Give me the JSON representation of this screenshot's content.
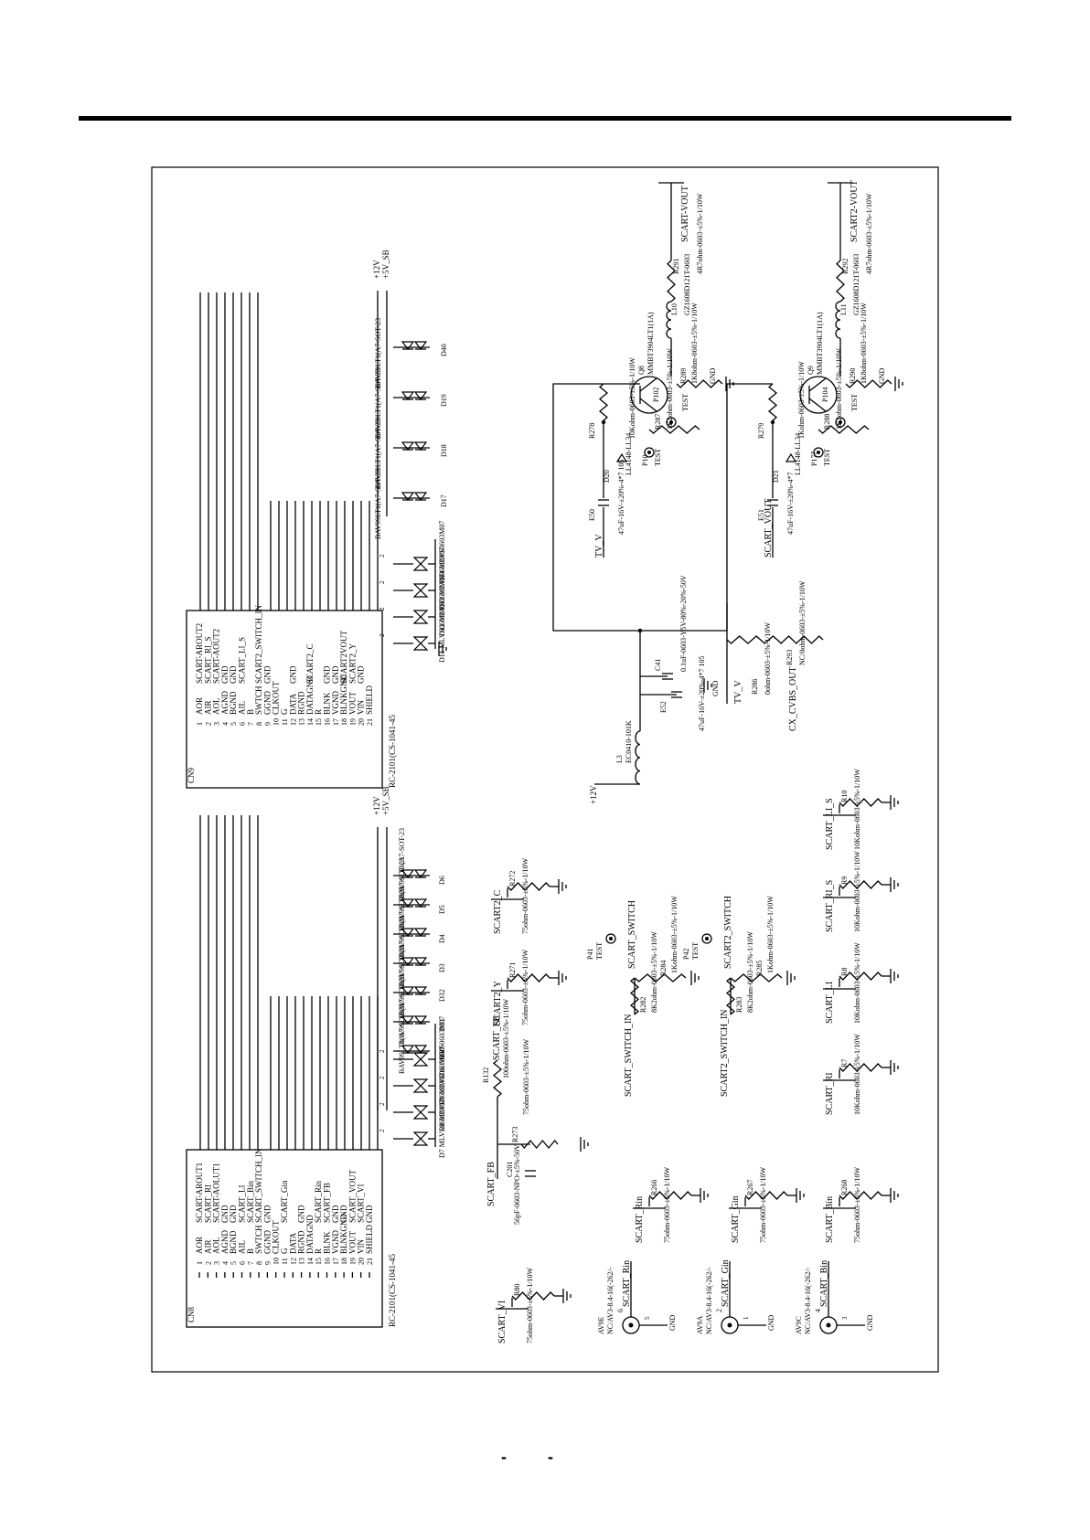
{
  "page": {
    "page_number": "- -"
  },
  "cn8": {
    "ref": "CN8",
    "part": "RC-2101(CS-1041-45",
    "pin_names": [
      "AOR",
      "AIR",
      "AOL",
      "AGND",
      "BGND",
      "AIL",
      "B",
      "SWTCH",
      "GGND",
      "CLKOUT",
      "G",
      "DATA",
      "RGND",
      "DATAGND",
      "R",
      "BLNK",
      "VGND",
      "BLNKGND",
      "VOUT",
      "VIN",
      "SHIELD"
    ],
    "nets": [
      "SCART-AROUT1",
      "SCART_RI",
      "SCART-AOLUT1",
      "GND",
      "GND",
      "SCART_LI",
      "SCART_Bin",
      "SCART_SWITCH_IN",
      "GND",
      "",
      "SCART_Gin",
      "",
      "GND",
      "",
      "SCART_Rin",
      "SCART_FB",
      "GND",
      "GND",
      "SCART_VOUT",
      "SCART_VI",
      "GND"
    ]
  },
  "cn9": {
    "ref": "CN9",
    "part": "RC-2101(CS-1041-45",
    "pin_names": [
      "AOR",
      "AIR",
      "AOL",
      "AGND",
      "BGND",
      "AIL",
      "B",
      "SWTCH",
      "GGND",
      "CLKOUT",
      "G",
      "DATA",
      "RGND",
      "DATAGND",
      "R",
      "BLNK",
      "VGND",
      "BLNKGND",
      "VOUT",
      "VIN",
      "SHIELD"
    ],
    "nets": [
      "SCART-AROUT2",
      "SCART_RI_S",
      "SCART-AOUT2",
      "GND",
      "GND",
      "SCART_LI_S",
      "",
      "SCART2_SWITCH_IN",
      "GND",
      "",
      "",
      "GND",
      "",
      "SCART2_C",
      "",
      "GND",
      "GND",
      "SCART2VOUT",
      "SCART2_Y",
      "GND",
      ""
    ]
  },
  "rails": {
    "p12v": "+12V",
    "p5v": "+5V_SB"
  },
  "diodes": {
    "mlv": [
      "D7 MLVS0603M07",
      "D8 MLVS0603M07",
      "D9 MLVS0603M07",
      "D10 MLVS0603M07",
      "D11 MLVS0603M07",
      "D12 MLVS0603M07",
      "D13 MLVS0603M07",
      "D14 MLVS0603M07"
    ],
    "bav_left": [
      "D30 BAV99LT1(A7-SOT-23",
      "D31 BAV99LT1(A7-SOT-23",
      "D32 BAV99LT1(A7-SOT-23",
      "D3 BAV99LT1(A7-SOT-23",
      "D4 BAV99LT1(A7-SOT-23",
      "D5 BAV99LT1(A7-SOT-23",
      "D6 BAV99LT1(A7-SOT-23"
    ],
    "bav_right": [
      "D17 BAV99LT1(A7-SOT-23",
      "D18 BAV99LT1(A7-SOT-23",
      "D19 BAV99LT1(A7-SOT-23",
      "D40 BAV99LT1(A7-SOT-23"
    ]
  },
  "terminations": [
    {
      "net": "SCART_FB",
      "ref": "R132",
      "value": "100ohm-0603-±5%-1/10W"
    },
    {
      "net": "",
      "ref": "R273",
      "value": "75ohm-0603-±5%-1/10W"
    },
    {
      "net": "",
      "ref": "C201",
      "value": "56pF-0603-NPO-±5%-50V"
    },
    {
      "net": "SCART_Rin",
      "ref": "R266",
      "value": "75ohm-0603-±5%-1/10W"
    },
    {
      "net": "SCART_Gin",
      "ref": "R267",
      "value": "75ohm-0603-±5%-1/10W"
    },
    {
      "net": "SCART_Bin",
      "ref": "R268",
      "value": "75ohm-0603-±5%-1/10W"
    },
    {
      "net": "SCART_VI",
      "ref": "R80",
      "value": "75ohm-0603-±5%-1/10W"
    },
    {
      "net": "SCART2_Y",
      "ref": "R271",
      "value": "75ohm-0603-±5%-1/10W"
    },
    {
      "net": "SCART2_C",
      "ref": "R272",
      "value": "75ohm-0603-±5%-1/10W"
    },
    {
      "net": "SCART_RI",
      "ref": "R7",
      "value": "10Kohm-0603-±5%-1/10W"
    },
    {
      "net": "SCART_LI",
      "ref": "R8",
      "value": "10Kohm-0603-±5%-1/10W"
    },
    {
      "net": "SCART_RI_S",
      "ref": "R9",
      "value": "10Kohm-0603-±5%-1/10W"
    },
    {
      "net": "SCART_LI_S",
      "ref": "R10",
      "value": "10Kohm-0603-±5%-1/10W"
    }
  ],
  "switch_sections": [
    {
      "net_in": "SCART_SWITCH_IN",
      "net_out": "SCART_SWITCH",
      "r1": "R282",
      "r1_value": "8K2ohm-0603-±5%-1/10W",
      "r2": "R284",
      "r2_value": "1Kohm-0603-±5%-1/10W",
      "tp": "P41",
      "tp_label": "TEST"
    },
    {
      "net_in": "SCART2_SWITCH_IN",
      "net_out": "SCART2_SWITCH",
      "r1": "R283",
      "r1_value": "8K2ohm-0603-±5%-1/10W",
      "r2": "R285",
      "r2_value": "1Kohm-0603-±5%-1/10W",
      "tp": "P42",
      "tp_label": "TEST"
    }
  ],
  "jacks": [
    {
      "ref": "AV9E",
      "part": "NC/AV3-8.4-16(-262/-",
      "pin": "6",
      "net": "SCART_Rin",
      "pin2": "5",
      "gnd": "GND"
    },
    {
      "ref": "AV9A",
      "part": "NC/AV3-8.4-16(-262/-",
      "pin": "2",
      "net": "SCART_Gin",
      "pin2": "1",
      "gnd": "GND"
    },
    {
      "ref": "AV9C",
      "part": "NC/AV3-8.4-16(-262/-",
      "pin": "4",
      "net": "SCART_Bin",
      "pin2": "3",
      "gnd": "GND"
    }
  ],
  "power_filter": {
    "inductor": "L3",
    "inductor_value": "EC0410-101K",
    "rail": "+12V",
    "cap_e": "E52",
    "cap_e_value": "47uF-16V-±20%-4*7 105",
    "cap_c": "C41",
    "cap_c_value": "0.1uF-0603-Y5V-80%-20%-50V",
    "gnd": "GND"
  },
  "driver1": {
    "cap": "E50",
    "cap_value": "47uF-16V-±20%-4*7 105",
    "input": "TV_V",
    "diode": "D20",
    "diode_value": "LL4148-LL34",
    "r_base": "R278",
    "r_base_value": "10Kohm-0603-±5%-1/10W",
    "r_emit": "R287",
    "r_emit_value": "1K2ohm-0603-±5%-1/10W",
    "tp1": "P10",
    "tp1_label": "TEST",
    "q": "Q8",
    "q_value": "MMBT3904LT1(1A)",
    "tp2": "P102",
    "tp2_label": "TEST",
    "r_col": "R289",
    "r_col_value": "1K8ohm-0603-±5%-1/10W",
    "l": "L10",
    "l_value": "GZ1608D121T-0603",
    "r_out": "R291",
    "r_out_value": "4R7ohm-0603-±5%-1/10W",
    "output": "SCART-VOUT",
    "gnd": "GND"
  },
  "driver2": {
    "cap": "E51",
    "cap_value": "47uF-16V-±20%-4*7",
    "input": "SCART_VOUT",
    "diode": "D21",
    "diode_value": "LL4148-LL34",
    "r_base": "R279",
    "r_base_value": "1Kohm-0603-±5%-1/10W",
    "r_emit": "R288",
    "r_emit_value": "1K2ohm-0603-±5%-1/10W",
    "tp1": "P177",
    "tp1_label": "TEST",
    "q": "Q9",
    "q_value": "MMBT3904LT1(1A)",
    "tp2": "P104",
    "tp2_label": "TEST",
    "r_col": "R290",
    "r_col_value": "1K8ohm-0603-±5%-1/10W",
    "l": "L11",
    "l_value": "GZ1608D121T-0603",
    "r_out": "R292",
    "r_out_value": "4R7ohm-0603-±5%-1/10W",
    "output": "SCART2-VOUT",
    "gnd": "GND"
  },
  "vout_select": {
    "r286": "R286",
    "r286_value": "0ohm-0603-±5%-1/10W",
    "r286_net": "TV_V",
    "r293": "R293",
    "r293_value": "NC/0ohm-0603-±5%-1/10W",
    "r293_net": "CX_CVBS_OUT"
  }
}
